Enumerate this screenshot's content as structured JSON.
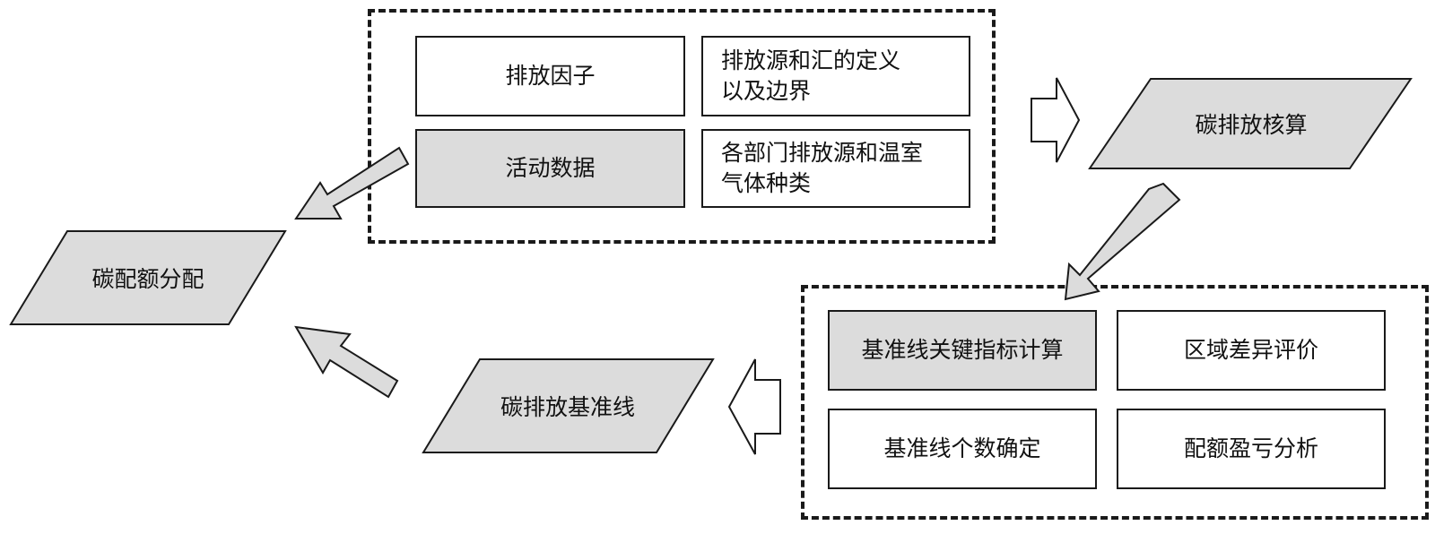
{
  "colors": {
    "shaded": "#dcdcdc",
    "stroke": "#1a1a1a",
    "background": "#ffffff"
  },
  "top_group": {
    "emission_factor": "排放因子",
    "source_sink_definition": "排放源和汇的定义\n以及边界",
    "activity_data": "活动数据",
    "sector_sources_ghg": "各部门排放源和温室\n气体种类"
  },
  "bottom_group": {
    "baseline_indicator_calc": "基准线关键指标计算",
    "regional_difference": "区域差异评价",
    "baseline_count": "基准线个数确定",
    "quota_profit_loss": "配额盈亏分析"
  },
  "nodes": {
    "carbon_accounting": "碳排放核算",
    "carbon_baseline": "碳排放基准线",
    "quota_allocation": "碳配额分配"
  }
}
